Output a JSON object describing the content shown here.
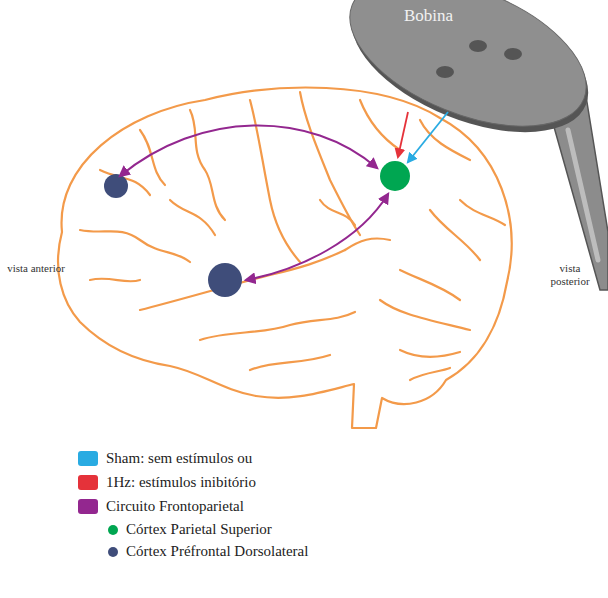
{
  "diagram": {
    "nodes": [
      {
        "text": [
          "Bobina"
        ]
      }
    ],
    "labels": [
      "vista anterior",
      "vista posterior"
    ],
    "legend": [
      {
        "text": "Sham: sem estímulos ou",
        "color": "#29abe2"
      },
      {
        "text": "1Hz: estímulos inibitório",
        "color": "#e5323a"
      },
      {
        "text": "Circuito Frontoparietal",
        "color": "#93278f"
      },
      {
        "text": "Córtex Parietal Superior",
        "color": "#00a651"
      },
      {
        "text": "Córtex Préfrontal Dorsolateral",
        "color": "#3f4d7a"
      }
    ]
  }
}
